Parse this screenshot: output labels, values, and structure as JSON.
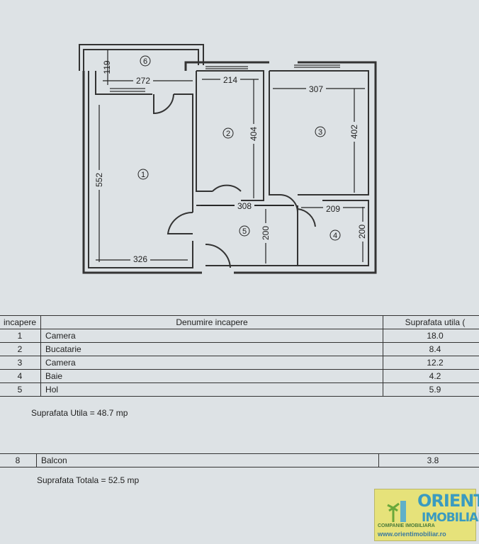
{
  "plan": {
    "dims": {
      "balcony_h": "119",
      "room1_w_top": "272",
      "room2_w": "214",
      "room3_w": "307",
      "room2_h": "404",
      "room3_h": "402",
      "room1_h": "552",
      "hall_w": "308",
      "bath_w": "209",
      "hall_h": "200",
      "bath_h": "200",
      "room1_w_bottom": "326"
    },
    "room_numbers": [
      "1",
      "2",
      "3",
      "4",
      "5",
      "6"
    ]
  },
  "table": {
    "headers": [
      "incapere",
      "Denumire incapere",
      "Suprafata utila ("
    ],
    "rows": [
      {
        "nr": "1",
        "name": "Camera",
        "area": "18.0"
      },
      {
        "nr": "2",
        "name": "Bucatarie",
        "area": "8.4"
      },
      {
        "nr": "3",
        "name": "Camera",
        "area": "12.2"
      },
      {
        "nr": "4",
        "name": "Baie",
        "area": "4.2"
      },
      {
        "nr": "5",
        "name": "Hol",
        "area": "5.9"
      }
    ],
    "useful_total": "Suprafata Utila  = 48.7 mp",
    "balcony": {
      "nr": "8",
      "name": "Balcon",
      "area": "3.8"
    },
    "grand_total": "Suprafata Totala  = 52.5 mp"
  },
  "logo": {
    "line1": "ORIENT",
    "line2": "IMOBILIAR",
    "tagline": "COMPANIE IMOBILIARA",
    "url": "www.orientimobiliar.ro",
    "colors": {
      "bg": "#e6e27a",
      "text": "#3a9bc0"
    }
  }
}
